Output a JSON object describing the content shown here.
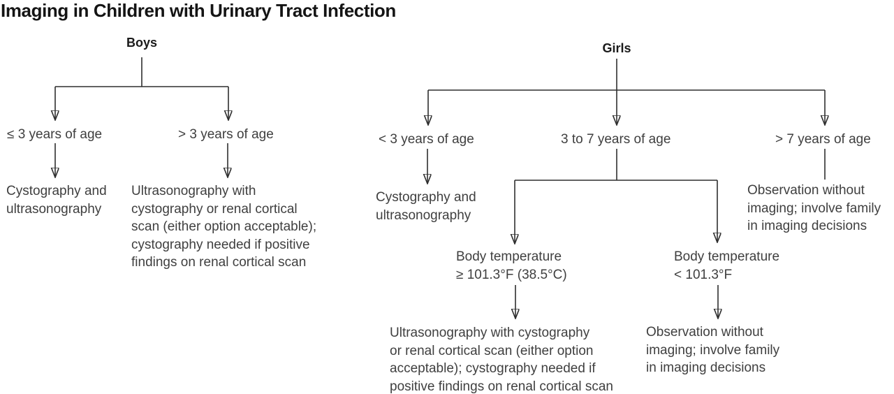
{
  "title": "Imaging in Children with Urinary Tract Infection",
  "colors": {
    "background": "#ffffff",
    "title_text": "#141414",
    "body_text": "#3f3f3f",
    "connector_line": "#2e2e2e"
  },
  "boys_tree": {
    "root_label": "Boys",
    "branch_le3": {
      "condition": "≤ 3 years of age",
      "result": "Cystography and\nultrasonography"
    },
    "branch_gt3": {
      "condition": "> 3 years of age",
      "result": "Ultrasonography with\ncystography or renal cortical\nscan (either option acceptable);\ncystography needed if positive\nfindings on renal cortical scan"
    }
  },
  "girls_tree": {
    "root_label": "Girls",
    "branch_lt3": {
      "condition": "< 3 years of age",
      "result": "Cystography and\nultrasonography"
    },
    "branch_3to7": {
      "condition": "3 to 7 years of age",
      "branch_high_temp": {
        "condition": "Body temperature\n≥ 101.3°F (38.5°C)",
        "result": "Ultrasonography with cystography\nor renal cortical scan (either option\nacceptable); cystography needed if\npositive findings on renal cortical scan"
      },
      "branch_low_temp": {
        "condition": "Body temperature\n< 101.3°F",
        "result": "Observation without\nimaging; involve family\nin imaging decisions"
      }
    },
    "branch_gt7": {
      "condition": "> 7 years of age",
      "result": "Observation without\nimaging; involve family\nin imaging decisions"
    }
  }
}
